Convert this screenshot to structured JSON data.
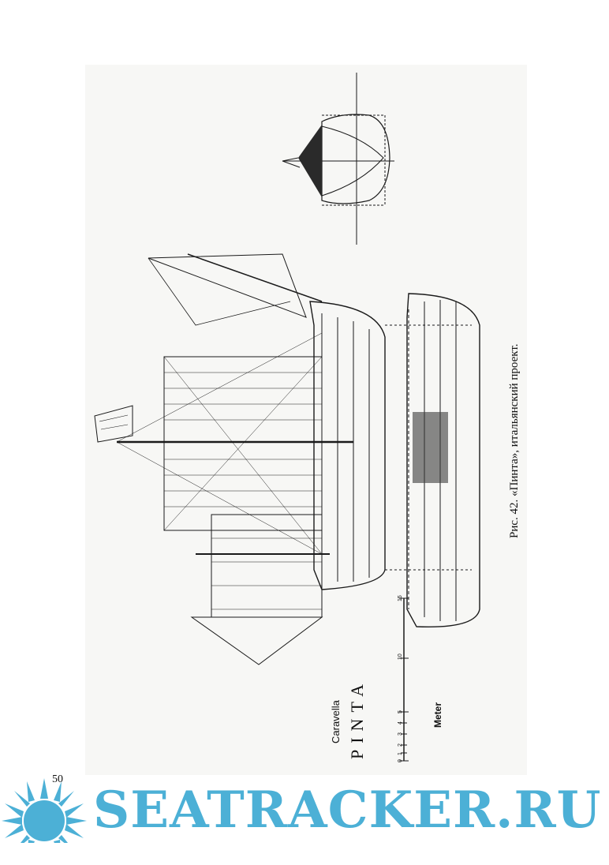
{
  "page": {
    "number": "50"
  },
  "figure": {
    "caption": "Рис. 42. «Пинта», итальянский проект.",
    "title_label": "Caravella",
    "ship_name": "PINTA",
    "scale_unit": "Meter",
    "scale_ticks": [
      "0",
      "1",
      "2",
      "3",
      "4",
      "5",
      "10",
      "15"
    ]
  },
  "watermark": {
    "text": "SEATRACKER.RU",
    "color": "#4cb0d6"
  }
}
